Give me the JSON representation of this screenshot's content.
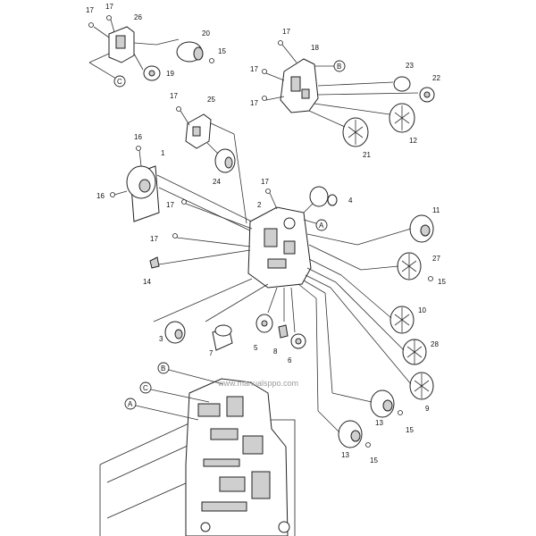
{
  "diagram": {
    "watermark": "www.manualsppo.com",
    "callouts": [
      "A",
      "B",
      "C"
    ],
    "part_numbers": [
      "1",
      "2",
      "3",
      "4",
      "5",
      "6",
      "7",
      "8",
      "9",
      "10",
      "11",
      "12",
      "13",
      "14",
      "15",
      "16",
      "17",
      "18",
      "19",
      "20",
      "21",
      "22",
      "23",
      "24",
      "25",
      "26",
      "27",
      "28"
    ]
  }
}
